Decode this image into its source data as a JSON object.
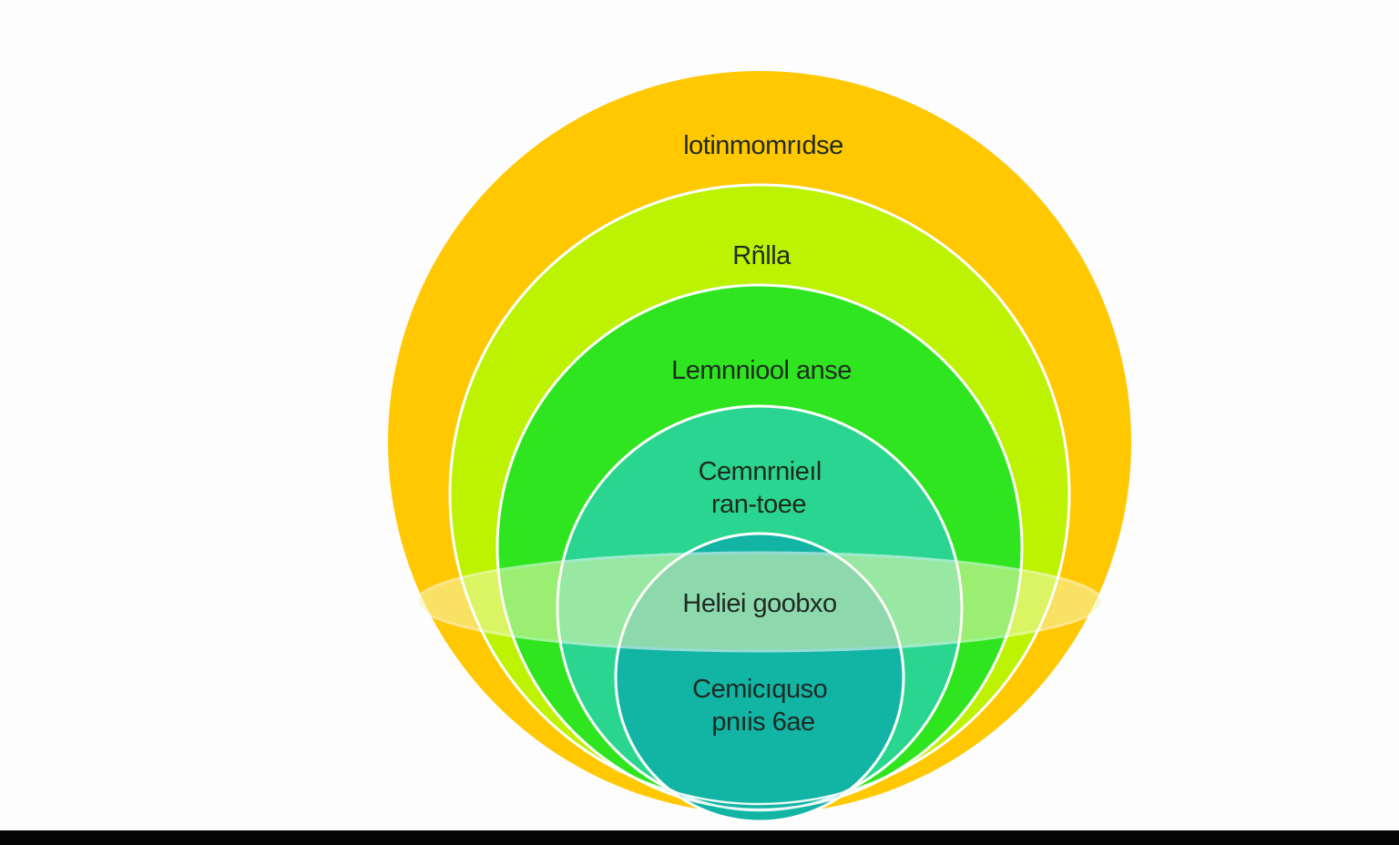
{
  "diagram": {
    "layers": [
      {
        "label": "lotinmomrıdse",
        "color": "#ffc800"
      },
      {
        "label": "Rñlla",
        "color": "#bdf202"
      },
      {
        "label": "Lemnniool anse",
        "color": "#2fe51f"
      },
      {
        "label": "Cemnrnieıl|ran-toee",
        "color": "#2ad68f"
      },
      {
        "label": "Heliei goobxo",
        "color": "#86e0c4"
      },
      {
        "label": "Cemicıquso|pnıis 6ae",
        "color": "#12b4a4"
      }
    ],
    "lens_color": "#f3f6b4",
    "outline_color": "#ffffff"
  }
}
